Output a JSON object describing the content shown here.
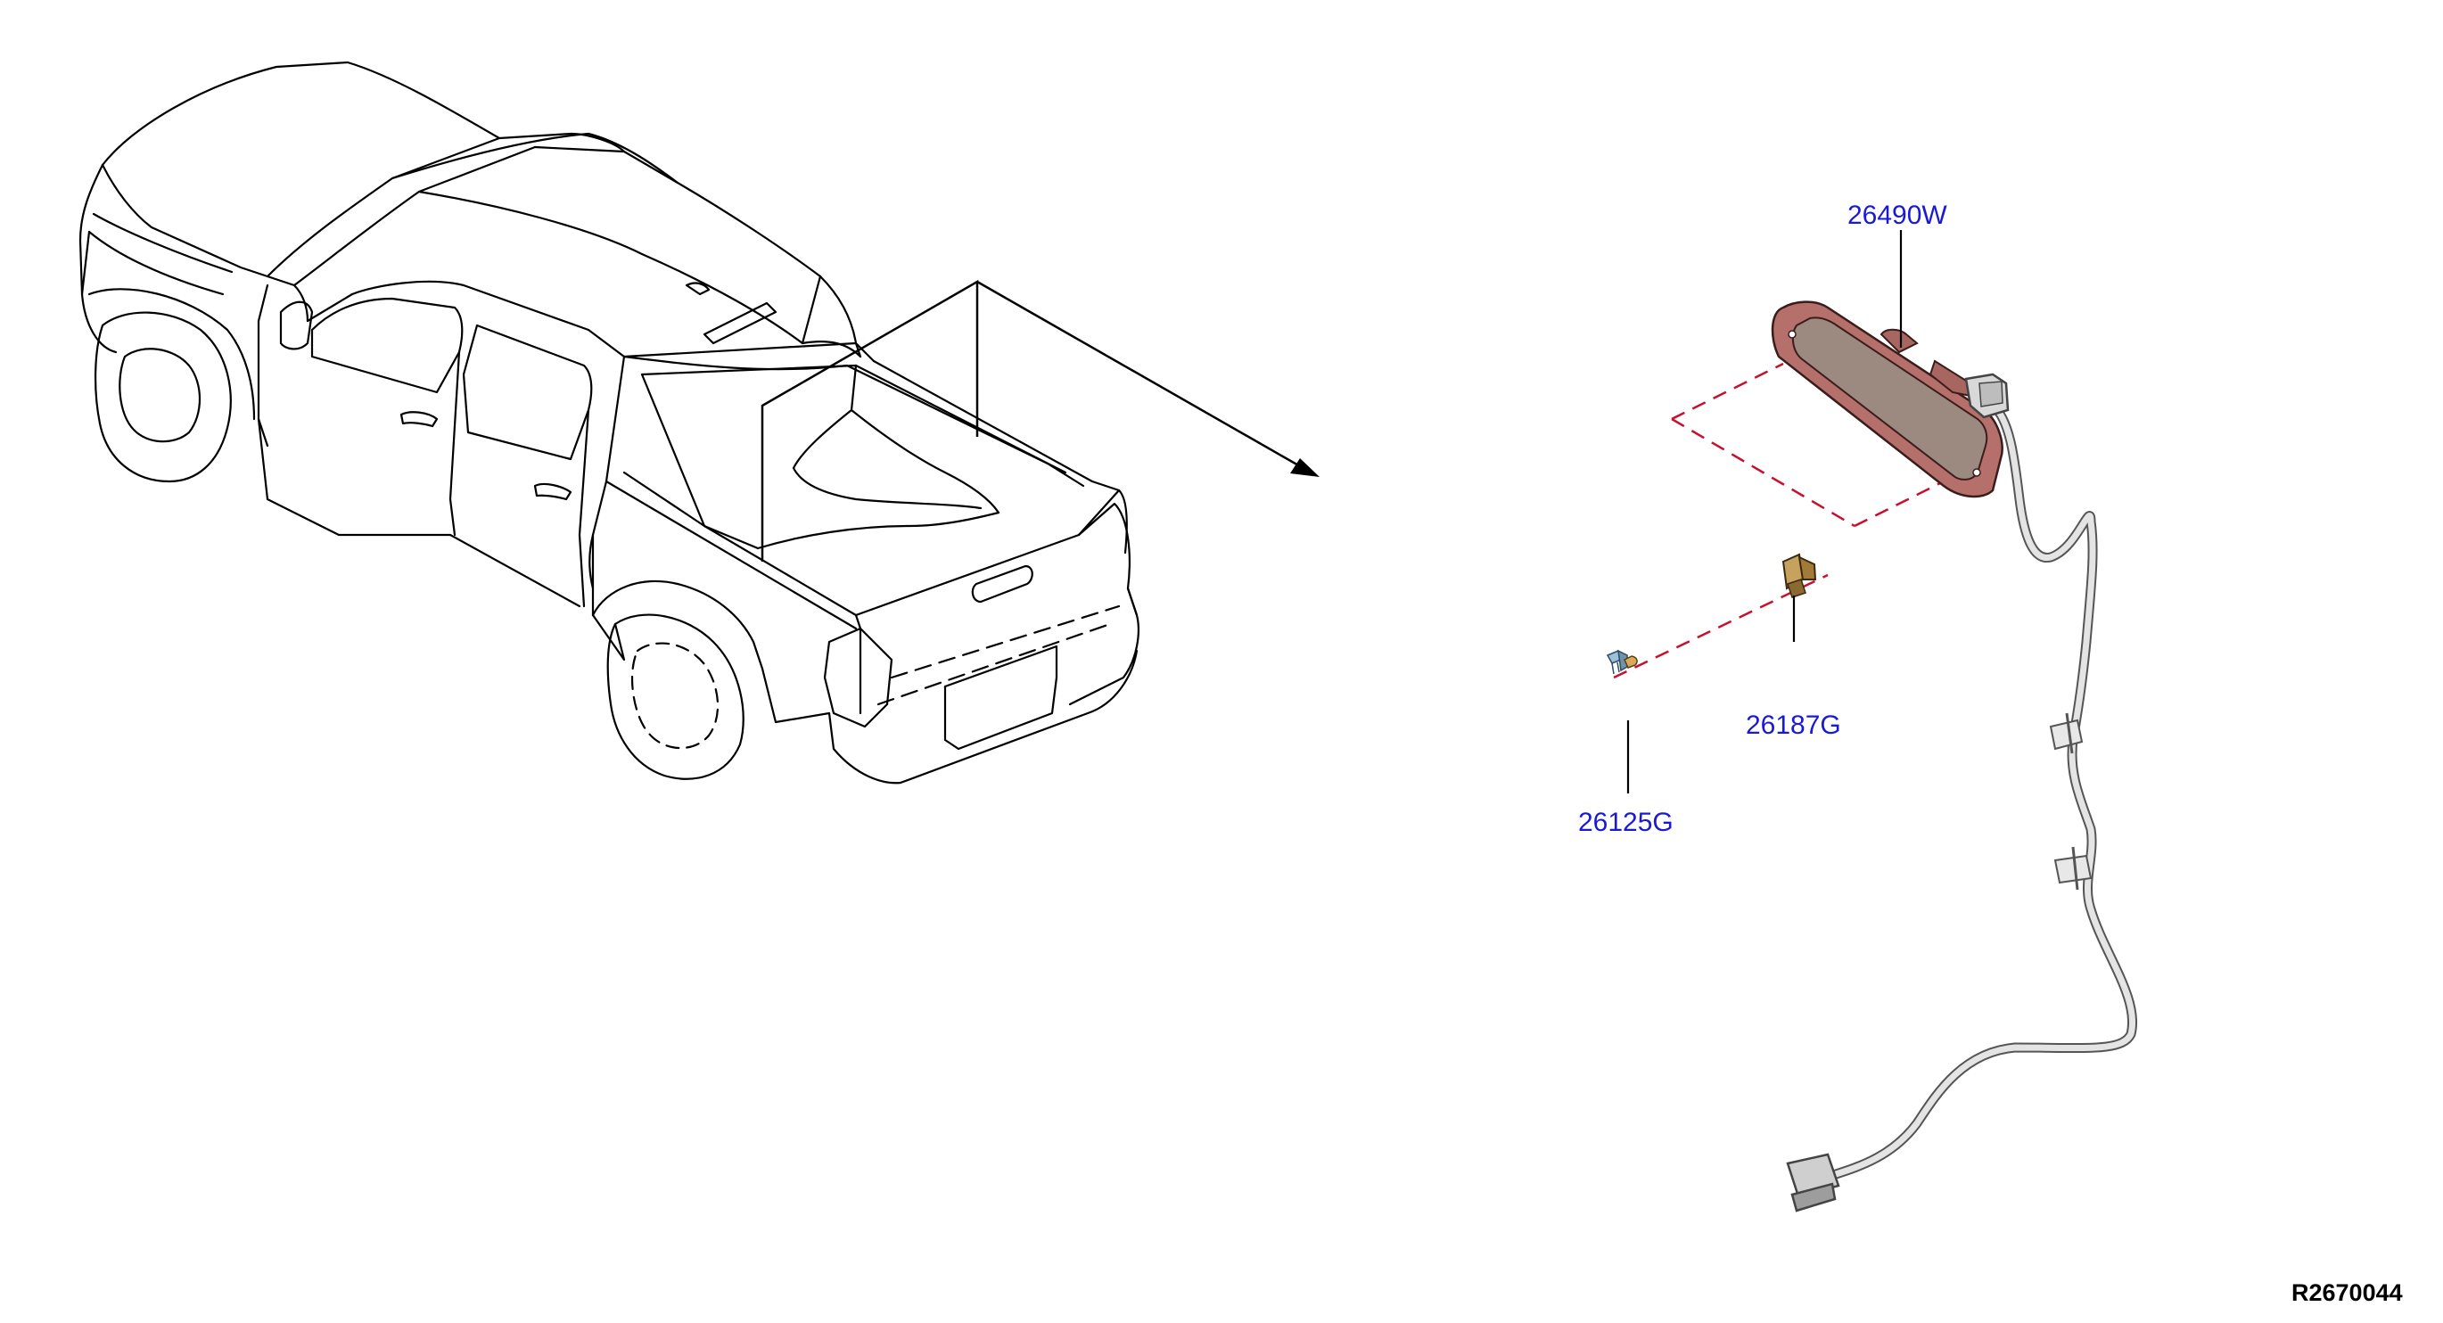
{
  "callouts": {
    "lamp_assembly": "26490W",
    "bulb_socket": "26187G",
    "bulb": "26125G"
  },
  "diagram_id": "R2670044",
  "colors": {
    "callout_text": "#1a1ad6",
    "dashed_guide": "#c8102e",
    "lamp_housing": "#b5706b",
    "lamp_lens": "#9c8a80",
    "harness": "#d9d9d9",
    "line_art": "#000000"
  }
}
